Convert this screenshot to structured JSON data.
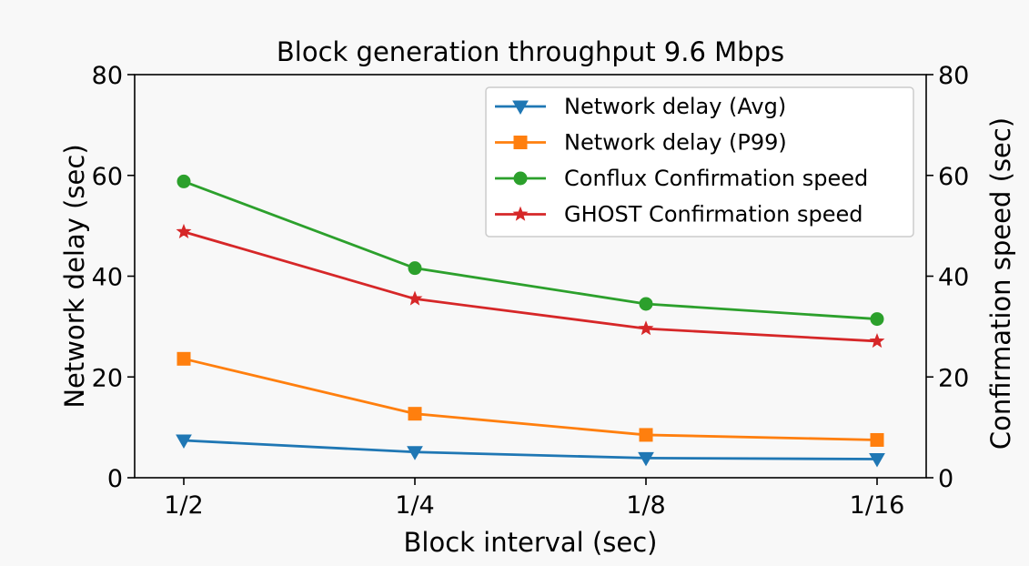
{
  "chart_data": {
    "type": "line",
    "title": "Block generation throughput 9.6 Mbps",
    "xlabel": "Block interval (sec)",
    "ylabel": "Network delay (sec)",
    "y2label": "Confirmation speed (sec)",
    "categories": [
      "1/2",
      "1/4",
      "1/8",
      "1/16"
    ],
    "ylim": [
      0,
      80
    ],
    "y2lim": [
      0,
      80
    ],
    "yticks": [
      "0",
      "20",
      "40",
      "60",
      "80"
    ],
    "y2ticks": [
      "0",
      "20",
      "40",
      "60",
      "80"
    ],
    "grid": false,
    "legend_position": "top-right",
    "series": [
      {
        "name": "Network delay (Avg)",
        "values": [
          7.4,
          5.1,
          3.9,
          3.7
        ],
        "color": "#1f77b4",
        "marker": "triangle-down",
        "axis": "left"
      },
      {
        "name": "Network delay (P99)",
        "values": [
          23.6,
          12.7,
          8.5,
          7.5
        ],
        "color": "#ff7f0e",
        "marker": "square",
        "axis": "left"
      },
      {
        "name": "Conflux Confirmation speed",
        "values": [
          58.8,
          41.6,
          34.5,
          31.5
        ],
        "color": "#2ca02c",
        "marker": "circle",
        "axis": "right"
      },
      {
        "name": "GHOST Confirmation speed",
        "values": [
          48.8,
          35.5,
          29.6,
          27.1
        ],
        "color": "#d62728",
        "marker": "star",
        "axis": "right"
      }
    ]
  }
}
